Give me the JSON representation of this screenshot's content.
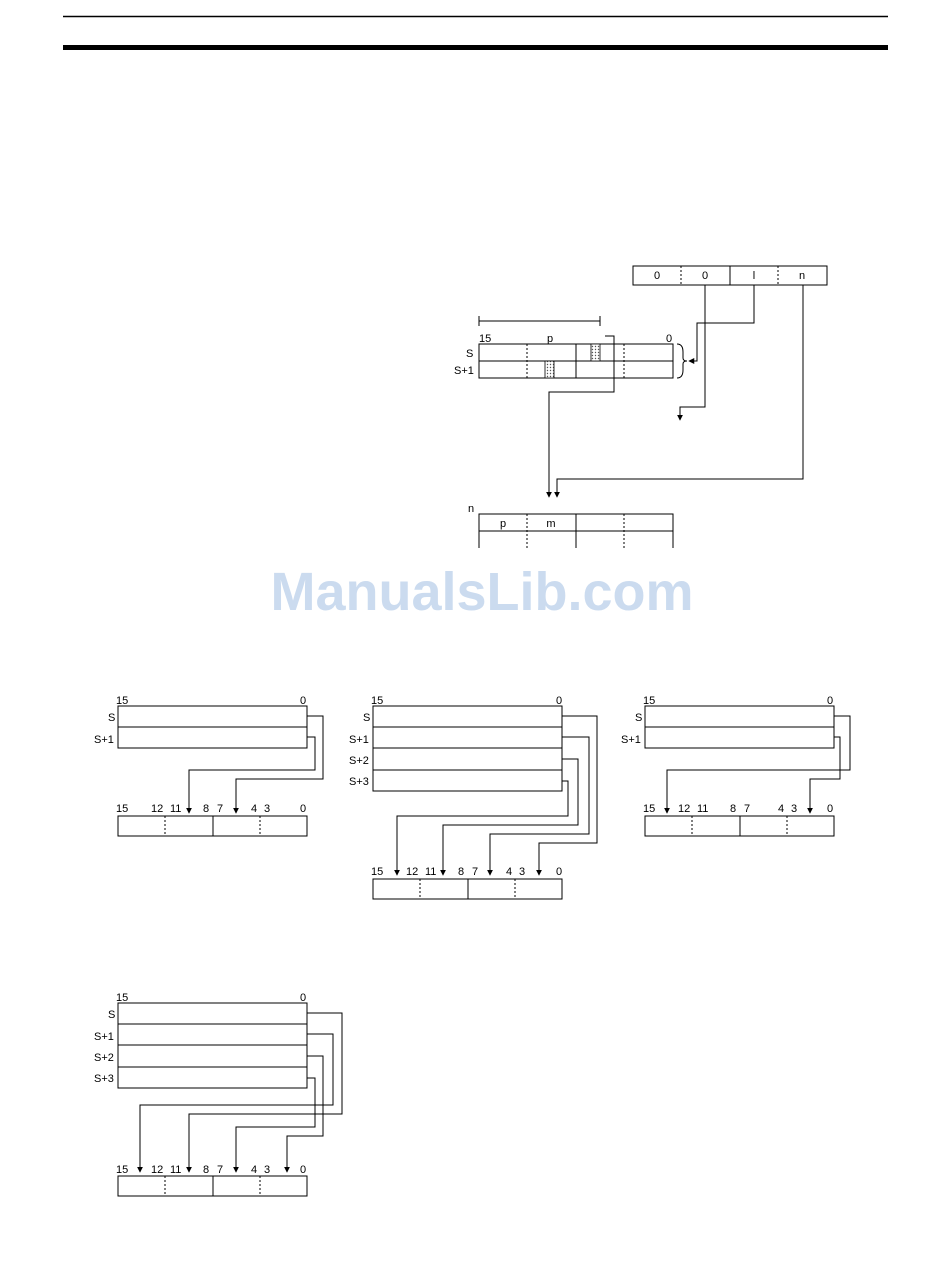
{
  "watermark": "ManualsLib.com",
  "top_diagram": {
    "control_word": [
      "0",
      "0",
      "l",
      "n"
    ],
    "bit_high": "15",
    "bit_low": "0",
    "pointer_label": "p",
    "row_labels": [
      "S",
      "S+1"
    ],
    "dest_label": "n",
    "dest_cells": [
      "p",
      "m"
    ]
  },
  "bit_ruler": [
    "15",
    "12",
    "11",
    "8",
    "7",
    "4",
    "3",
    "0"
  ],
  "source_bits": [
    "15",
    "0"
  ],
  "diagram_a": {
    "rows": [
      "S",
      "S+1"
    ]
  },
  "diagram_b": {
    "rows": [
      "S",
      "S+1",
      "S+2",
      "S+3"
    ]
  },
  "diagram_c": {
    "rows": [
      "S",
      "S+1"
    ]
  },
  "diagram_d": {
    "rows": [
      "S",
      "S+1",
      "S+2",
      "S+3"
    ]
  }
}
